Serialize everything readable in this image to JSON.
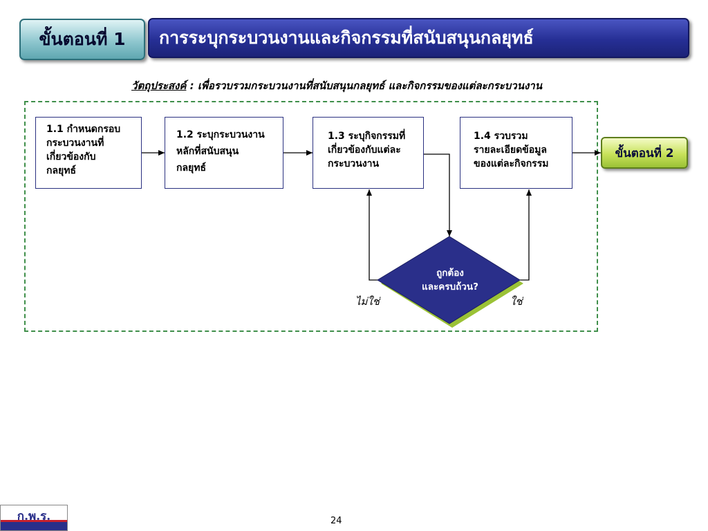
{
  "header": {
    "step_tab": "ขั้นตอนที่ 1",
    "title": "การระบุกระบวนงานและกิจกรรมที่สนับสนุนกลยุทธ์"
  },
  "objective": {
    "label": "วัตถุประสงค์",
    "text": " : เพื่อรวบรวมกระบวนงานที่สนับสนุนกลยุทธ์ และกิจกรรมของแต่ละกระบวนงาน"
  },
  "boxes": [
    {
      "lines": [
        "1.1 กำหนดกรอบ",
        "กระบวนงานที่",
        "เกี่ยวข้องกับ",
        "กลยุทธ์"
      ]
    },
    {
      "lines": [
        "1.2 ระบุกระบวนงาน",
        "หลักที่สนับสนุน",
        "กลยุทธ์"
      ]
    },
    {
      "lines": [
        "1.3 ระบุกิจกรรมที่",
        "เกี่ยวข้องกับแต่ละ",
        "กระบวนงาน"
      ]
    },
    {
      "lines": [
        "1.4 รวบรวม",
        "รายละเอียดข้อมูล",
        "ของแต่ละกิจกรรม"
      ]
    }
  ],
  "decision": {
    "line1": "ถูกต้อง",
    "line2": "และครบถ้วน?",
    "no_label": "ไม่ใช่",
    "yes_label": "ใช่"
  },
  "next_step": "ขั้นตอนที่ 2",
  "footer": {
    "logo_text": "ก.พ.ร.",
    "page_number": "24"
  },
  "colors": {
    "title_blue": "#262f95",
    "step_teal": "#8fc7cf",
    "next_green": "#c8e25a",
    "frame_green": "#3f8f4a",
    "diamond_blue": "#2a2f8a"
  }
}
